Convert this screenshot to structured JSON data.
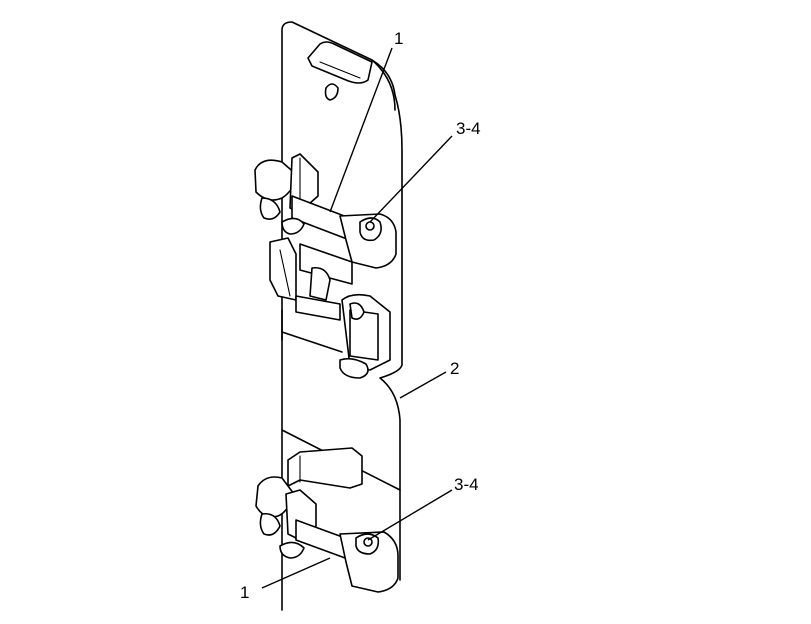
{
  "figure": {
    "callouts": {
      "top_1": "1",
      "top_3_4": "3-4",
      "mid_2": "2",
      "bottom_3_4": "3-4",
      "bottom_1": "1"
    }
  }
}
